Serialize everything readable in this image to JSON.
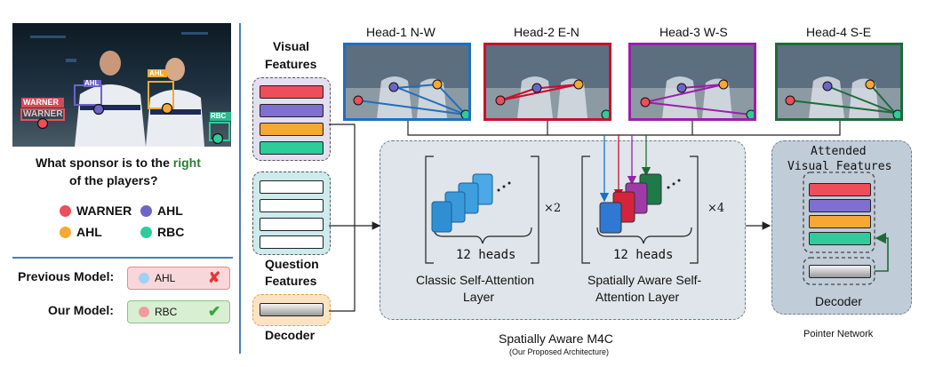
{
  "example": {
    "box_labels": [
      "WARNER",
      "WARNER",
      "AHL",
      "AHL",
      "RBC"
    ],
    "question_part1": "What sponsor is to the ",
    "question_highlight": "right",
    "question_part2": "of the players?",
    "highlight_color": "#2e7d32",
    "legend": [
      {
        "label": "WARNER",
        "color": "#ee4d5a"
      },
      {
        "label": "AHL",
        "color": "#6e63c6"
      },
      {
        "label": "AHL",
        "color": "#f5a833"
      },
      {
        "label": "RBC",
        "color": "#2ecc9a"
      }
    ],
    "previous_model_label": "Previous Model:",
    "previous_answer": "AHL",
    "previous_mark": "✘",
    "our_model_label": "Our Model:",
    "our_answer": "RBC",
    "our_mark": "✔"
  },
  "features": {
    "visual_title_line1": "Visual",
    "visual_title_line2": "Features",
    "visual_bar_colors": [
      "#ee4d5a",
      "#7f6fd0",
      "#f5a833",
      "#2ecc9a"
    ],
    "question_title_line1": "Question",
    "question_title_line2": "Features",
    "decoder_title": "Decoder"
  },
  "heads": [
    {
      "title": "Head-1 N-W",
      "color": "#1f6fbf"
    },
    {
      "title": "Head-2 E-N",
      "color": "#c8102e"
    },
    {
      "title": "Head-3 W-S",
      "color": "#9b1fa8"
    },
    {
      "title": "Head-4 S-E",
      "color": "#1e6b3a"
    }
  ],
  "main": {
    "classic_heads_label": "12  heads",
    "classic_multiplier": "×2",
    "classic_caption_line1": "Classic Self-Attention",
    "classic_caption_line2": "Layer",
    "spatial_heads_label": "12  heads",
    "spatial_multiplier": "×4",
    "spatial_caption_line1": "Spatially Aware Self-",
    "spatial_caption_line2": "Attention Layer",
    "title": "Spatially Aware M4C",
    "subtitle": "(Our Proposed Architecture)"
  },
  "pointer": {
    "attended_line1": "Attended",
    "attended_line2": "Visual Features",
    "decoder_label": "Decoder",
    "title": "Pointer Network"
  }
}
